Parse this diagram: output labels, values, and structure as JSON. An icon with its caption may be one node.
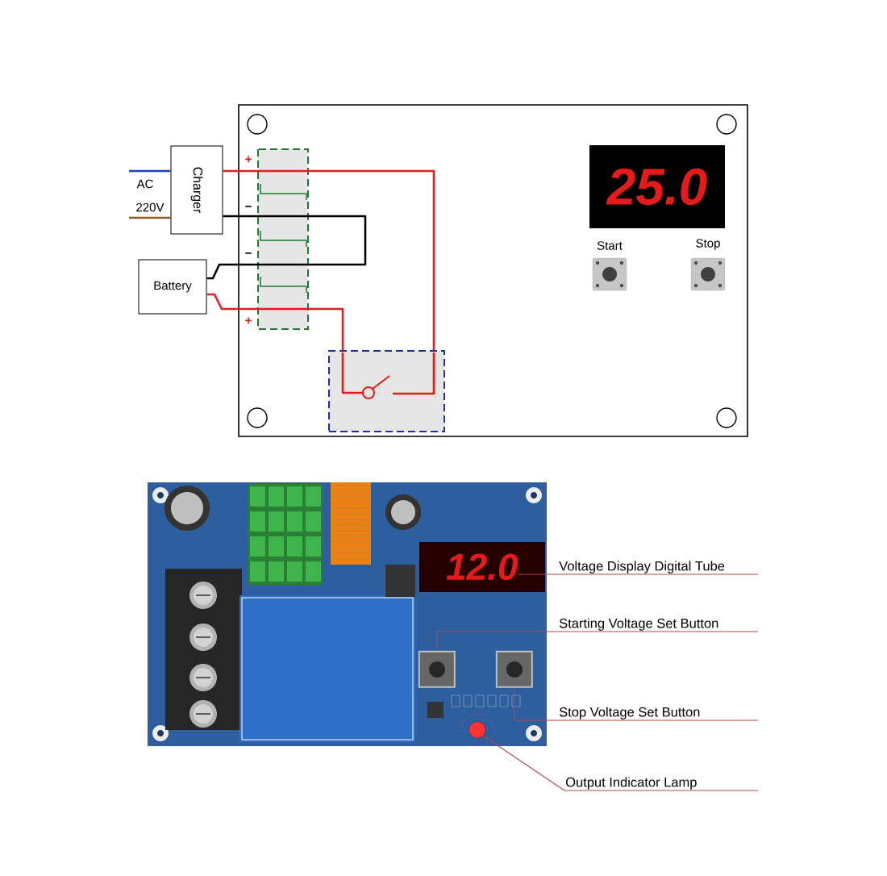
{
  "diagram": {
    "nodes": [
      {
        "text": [
          "Charger"
        ]
      },
      {
        "text": [
          "Battery"
        ]
      },
      {
        "text": [],
        "shape": "box"
      },
      {
        "text": [
          "25.0"
        ]
      },
      {
        "text": [
          "Start"
        ]
      },
      {
        "text": [
          "Stop"
        ]
      },
      {
        "text": [],
        "shape": "picture"
      },
      {
        "text": [
          "Voltage Display Digital Tube"
        ]
      },
      {
        "text": [
          "Starting Voltage Set Button"
        ]
      },
      {
        "text": [
          "Stop Voltage Set Button"
        ]
      },
      {
        "text": [
          "Output Indicator Lamp"
        ]
      },
      {
        "text": [
          "12.0"
        ],
        "in": 6
      },
      {
        "text": [],
        "shape": "box",
        "in": 6
      },
      {
        "text": [],
        "shape": "box",
        "in": 6
      },
      {
        "text": [],
        "shape": "circle",
        "in": 6
      }
    ],
    "edges": [
      {
        "from": null,
        "to": 0,
        "arrow": "none",
        "label": "AC",
        "color": "#2040c0"
      },
      {
        "from": null,
        "to": 0,
        "arrow": "none",
        "label": "220V",
        "color": "#8b5a2b"
      },
      {
        "from": 0,
        "to": 2,
        "arrow": "none",
        "color": "#e02020"
      },
      {
        "from": 0,
        "to": 1,
        "arrow": "none",
        "color": "#000000"
      },
      {
        "from": 1,
        "to": 2,
        "arrow": "none",
        "color": "#e02020"
      },
      {
        "from": 7,
        "to": 11,
        "arrow": "none",
        "color": "#b04848"
      },
      {
        "from": 8,
        "to": 12,
        "arrow": "none",
        "color": "#b04848"
      },
      {
        "from": 9,
        "to": 13,
        "arrow": "none",
        "color": "#b04848"
      },
      {
        "from": 10,
        "to": 14,
        "arrow": "none",
        "color": "#b04848"
      }
    ],
    "labels": [
      "+",
      "−",
      "−",
      "+"
    ]
  }
}
